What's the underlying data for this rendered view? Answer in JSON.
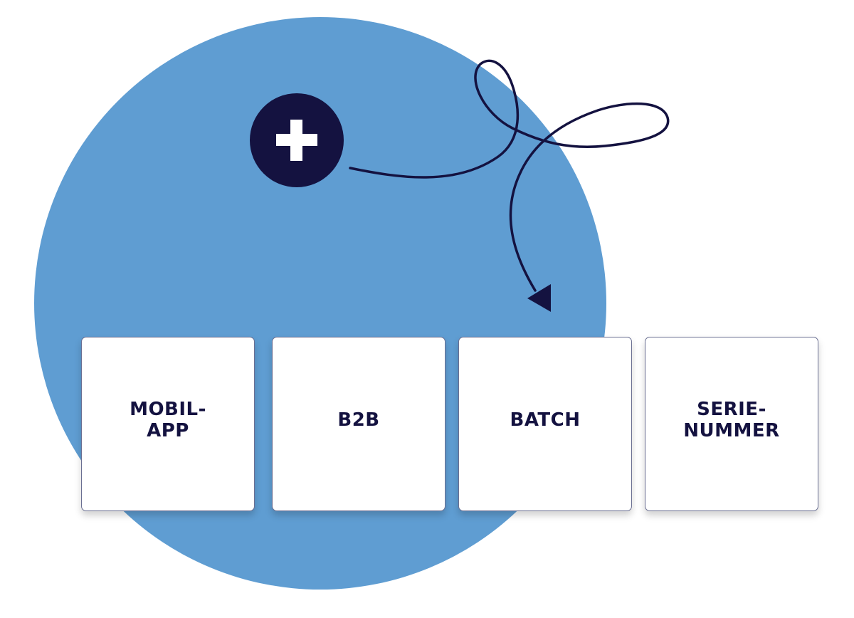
{
  "diagram": {
    "colors": {
      "background": "#ffffff",
      "circle": "#5f9dd2",
      "accent_dark": "#141240",
      "card_background": "#ffffff",
      "card_border": "#6a6f92",
      "plus_glyph": "#ffffff"
    },
    "add_button": {
      "icon": "plus-icon",
      "glyph": "+"
    },
    "arrow": {
      "icon": "curly-arrow-icon",
      "direction": "from add button to BATCH card"
    },
    "cards": [
      {
        "label": "MOBIL-\nAPP"
      },
      {
        "label": "B2B"
      },
      {
        "label": "BATCH"
      },
      {
        "label": "SERIE-\nNUMMER"
      }
    ]
  }
}
